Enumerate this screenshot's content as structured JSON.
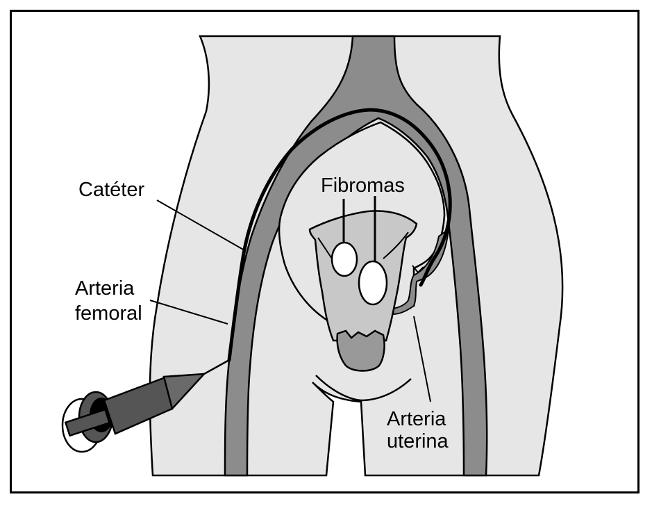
{
  "labels": {
    "cateter": "Catéter",
    "arteria_femoral_line1": "Arteria",
    "arteria_femoral_line2": "femoral",
    "fibromas": "Fibromas",
    "arteria_uterina_line1": "Arteria",
    "arteria_uterina_line2": "uterina"
  },
  "colors": {
    "background": "#ffffff",
    "body_fill": "#e6e6e6",
    "artery_fill": "#8c8c8c",
    "uterus_fill": "#c8c8c8",
    "cervix_fill": "#999999",
    "fibroid_fill": "#ffffff",
    "outline": "#000000",
    "catheter_device": "#555555"
  }
}
